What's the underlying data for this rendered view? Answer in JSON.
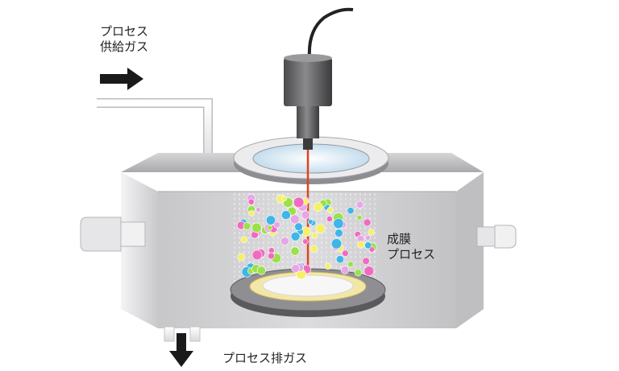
{
  "labels": {
    "supply_gas_line1": "プロセス",
    "supply_gas_line2": "供給ガス",
    "film_process_line1": "成膜",
    "film_process_line2": "プロセス",
    "exhaust_gas": "プロセス排ガス"
  },
  "colors": {
    "background": "#ffffff",
    "chamber_front": "#cfcfd1",
    "chamber_top": "#b9b9bc",
    "laser": "#e0431f",
    "particles": [
      "#f06bc0",
      "#f5ef6a",
      "#3fb6e8",
      "#e7a6e6",
      "#9ce04a"
    ]
  },
  "icons": [
    "arrow-right-icon",
    "arrow-down-icon",
    "sensor-probe-icon",
    "window-port-icon",
    "substrate-stage-icon"
  ]
}
